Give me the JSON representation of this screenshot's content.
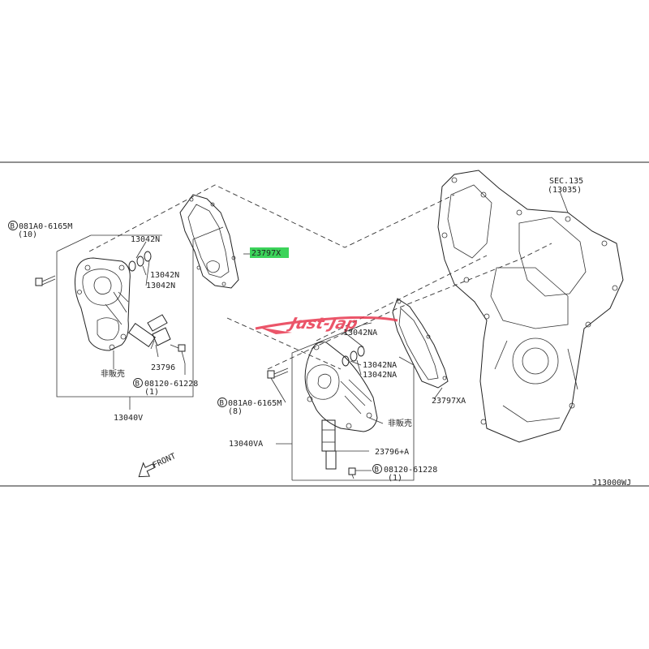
{
  "diagram_id": "J13000WJ",
  "labels": {
    "bolt_left": "081A0-6165M",
    "bolt_left_qty": "(10)",
    "o_ring_1": "13042N",
    "o_ring_2": "13042N",
    "o_ring_3": "13042N",
    "gasket_highlighted": "23797X",
    "not_for_sale_left": "非販売",
    "solenoid_left": "23796",
    "bolt_small_left": "08120-61228",
    "bolt_small_left_qty": "(1)",
    "assembly_left": "13040V",
    "sec_ref": "SEC.135",
    "sec_ref_part": "(13035)",
    "o_ring_a1": "13042NA",
    "o_ring_a2": "13042NA",
    "o_ring_a3": "13042NA",
    "gasket_right": "23797XA",
    "bolt_mid": "081A0-6165M",
    "bolt_mid_qty": "(8)",
    "not_for_sale_right": "非販売",
    "assembly_right": "13040VA",
    "solenoid_right": "23796+A",
    "bolt_small_right": "08120-61228",
    "bolt_small_right_qty": "(1)",
    "front": "FRONT",
    "bolt_marker": "B",
    "watermark": "Just-Jap"
  },
  "colors": {
    "highlight": "#3cd35a",
    "watermark_red": "#e8384f",
    "line": "#222222"
  }
}
